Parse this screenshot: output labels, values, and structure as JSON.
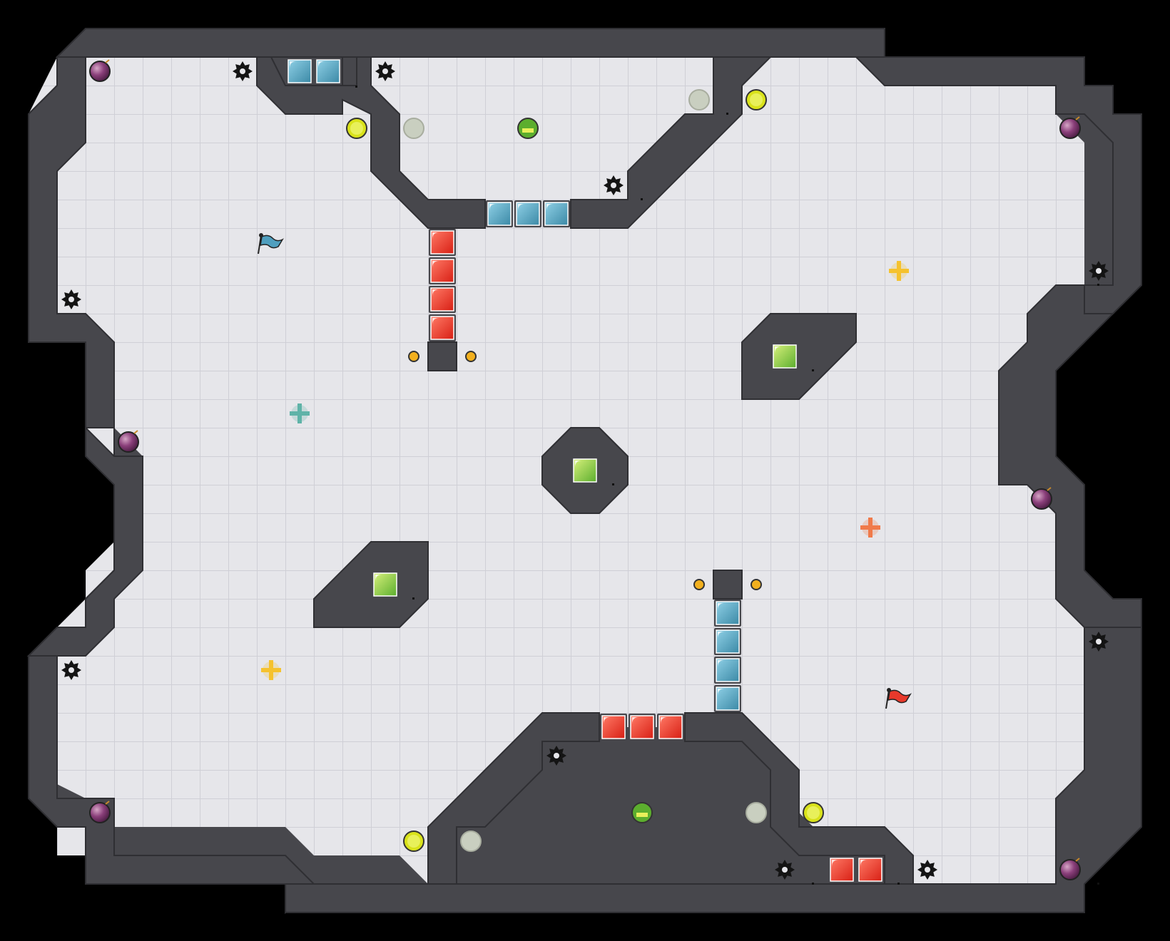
{
  "game": {
    "type": "capture-the-flag-map",
    "view": "top-down",
    "tile_grid": "on"
  },
  "colors": {
    "background": "#000000",
    "floor": "#e6e6ea",
    "floor_grid": "#cfcfd6",
    "wall": "#47474c",
    "wall_edge": "#2f2f33",
    "red_team": "#e8392b",
    "blue_team": "#4f9fbf",
    "green_tile": "#8ccf3a",
    "yellow_boost": "#d9e21a",
    "bomb": "#8a3f7a",
    "spike": "#141414"
  },
  "entities": {
    "blue_flag": {
      "name": "blue-flag-icon",
      "team": "blue"
    },
    "red_flag": {
      "name": "red-flag-icon",
      "team": "red"
    },
    "powerups": [
      "yellow-powerup-icon",
      "teal-powerup-icon",
      "orange-powerup-icon"
    ],
    "boosts": "yellow-boost-icon",
    "team_boosts": "green-team-boost-icon",
    "spikes": "spike-icon",
    "bombs": "bomb-icon",
    "portals_inactive": "inactive-pad-icon",
    "buttons": "button-icon",
    "gates": [
      "red-gate-tile",
      "blue-gate-tile",
      "green-gate-tile"
    ]
  }
}
